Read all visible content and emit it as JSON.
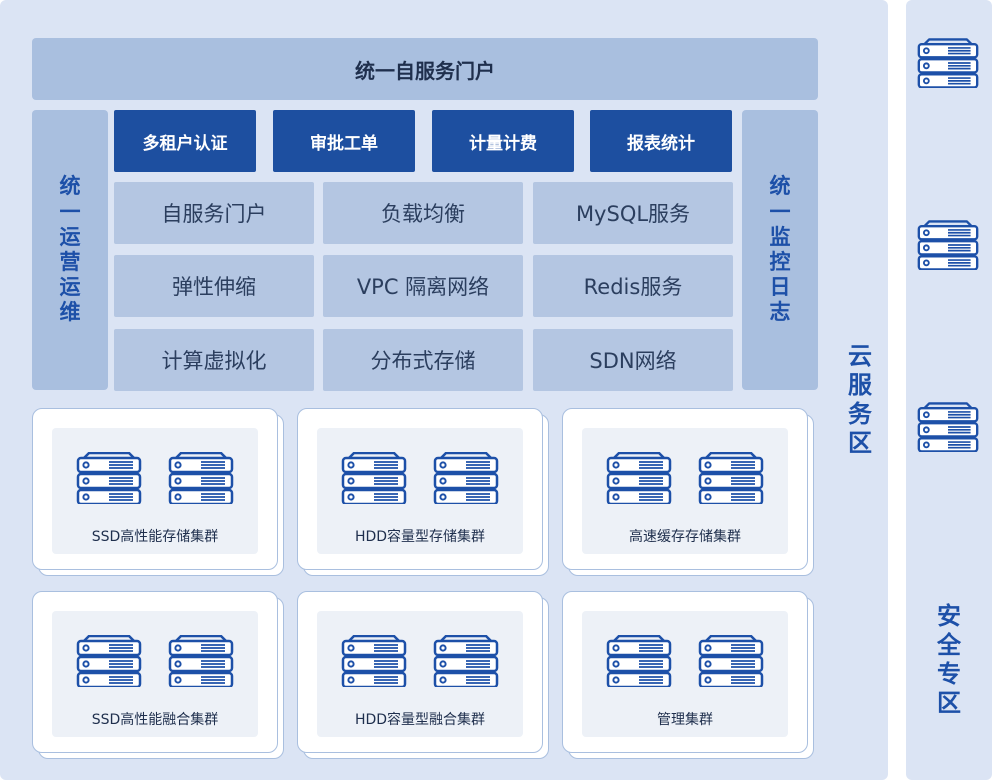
{
  "zones": {
    "cloud_label": "云服务区",
    "security_label": "安全专区"
  },
  "portal_top": "统一自服务门户",
  "left_column": "统一运营运维",
  "right_column": "统一监控日志",
  "functions": [
    "多租户认证",
    "审批工单",
    "计量计费",
    "报表统计"
  ],
  "services": [
    [
      "自服务门户",
      "负载均衡",
      "MySQL服务"
    ],
    [
      "弹性伸缩",
      "VPC 隔离网络",
      "Redis服务"
    ],
    [
      "计算虚拟化",
      "分布式存储",
      "SDN网络"
    ]
  ],
  "clusters": [
    [
      "SSD高性能存储集群",
      "HDD容量型存储集群",
      "高速缓存存储集群"
    ],
    [
      "SSD高性能融合集群",
      "HDD容量型融合集群",
      "管理集群"
    ]
  ],
  "colors": {
    "zone_bg": "#dbe4f4",
    "header_bg": "#a9bfdf",
    "service_bg": "#b4c6e2",
    "function_bg": "#1d4fa0",
    "accent_blue": "#1d50a8",
    "cluster_border": "#a9bfdf"
  },
  "icons": {
    "server": "server-icon"
  }
}
